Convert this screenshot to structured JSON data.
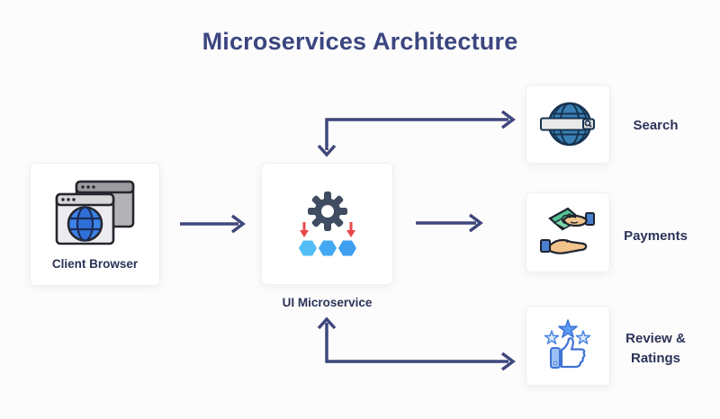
{
  "title": "Microservices Architecture",
  "nodes": {
    "client_browser": {
      "label": "Client Browser",
      "icon": "browser-windows-icon"
    },
    "ui_microservice": {
      "label": "UI Microservice",
      "icon": "gear-services-icon"
    },
    "search": {
      "label": "Search",
      "icon": "globe-search-icon"
    },
    "payments": {
      "label": "Payments",
      "icon": "hands-money-icon"
    },
    "review_ratings": {
      "label": "Review & Ratings",
      "icon": "thumbs-up-stars-icon"
    }
  },
  "connections": [
    {
      "from": "client_browser",
      "to": "ui_microservice",
      "direction": "one-way"
    },
    {
      "from": "ui_microservice",
      "to": "search",
      "direction": "two-way"
    },
    {
      "from": "ui_microservice",
      "to": "payments",
      "direction": "one-way"
    },
    {
      "from": "ui_microservice",
      "to": "review_ratings",
      "direction": "two-way"
    }
  ],
  "colors": {
    "background": "#fdfcfc",
    "card_background": "#ffffff",
    "card_border": "#f1efee",
    "title_text": "#3b4680",
    "label_text": "#2b3357",
    "arrow": "#3f477c",
    "gear_dark": "#3f4c61",
    "red_arrow": "#e8484b",
    "hexagon_blue": "#43a8f2",
    "globe_blue": "#3b82e8",
    "search_globe_blue": "#3a80b4",
    "money_green": "#52c392",
    "hand_tan": "#f1c48d",
    "cuff_blue": "#4a7fd0",
    "review_blue": "#4a86e0"
  }
}
